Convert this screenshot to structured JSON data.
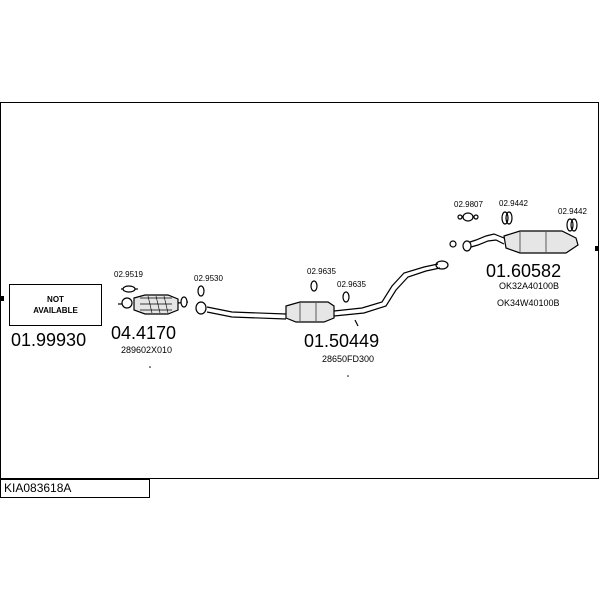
{
  "reference": {
    "code": "KIA083618A"
  },
  "not_available": {
    "line1": "NOT",
    "line2": "AVAILABLE"
  },
  "parts": [
    {
      "code": "01.99930",
      "oem": []
    },
    {
      "code": "04.4170",
      "oem": [
        "289602X010"
      ]
    },
    {
      "code": "01.50449",
      "oem": [
        "28650FD300"
      ]
    },
    {
      "code": "01.60582",
      "oem": [
        "OK32A40100B",
        "OK34W40100B"
      ]
    }
  ],
  "clamps": [
    "02.9519",
    "02.9530",
    "02.9635",
    "02.9635",
    "02.9807",
    "02.9442",
    "02.9442"
  ],
  "colors": {
    "line": "#000000",
    "background": "#ffffff",
    "part_fill": "#e6e6e6"
  }
}
